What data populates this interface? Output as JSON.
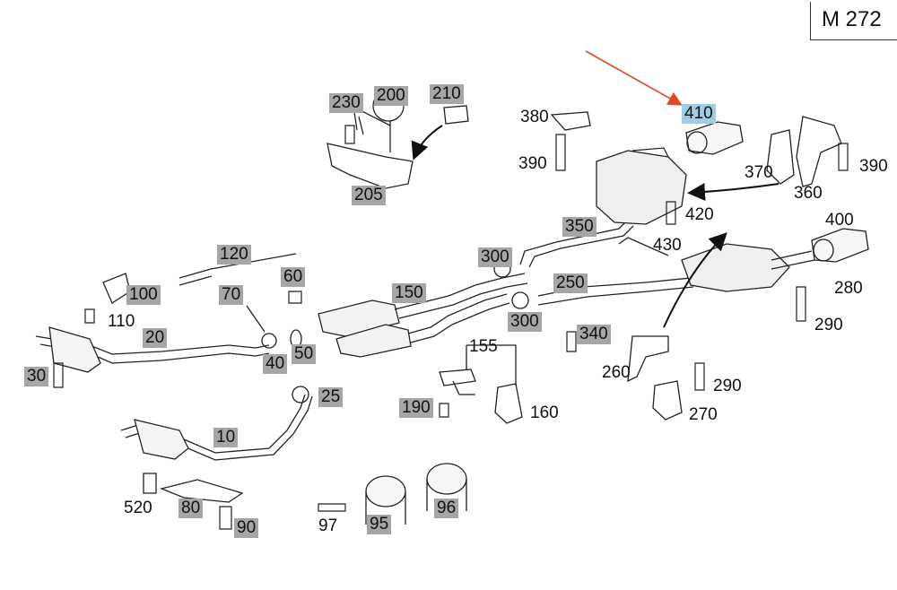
{
  "model": "M 272",
  "colors": {
    "highlight": "#a6a6a6",
    "selected": "#9ecde8",
    "arrow": "#e04a2a",
    "line": "#222222"
  },
  "selected_part": "410",
  "labels": {
    "p410": "410",
    "p380": "380",
    "p390a": "390",
    "p390b": "390",
    "p370": "370",
    "p360": "360",
    "p420": "420",
    "p430": "430",
    "p400": "400",
    "p280": "280",
    "p290a": "290",
    "p290b": "290",
    "p350": "350",
    "p300a": "300",
    "p300b": "300",
    "p250": "250",
    "p150": "150",
    "p120": "120",
    "p60": "60",
    "p70": "70",
    "p100": "100",
    "p110": "110",
    "p20": "20",
    "p30": "30",
    "p40": "40",
    "p50": "50",
    "p25": "25",
    "p155": "155",
    "p190": "190",
    "p160": "160",
    "p340": "340",
    "p260": "260",
    "p270": "270",
    "p10": "10",
    "p520": "520",
    "p80": "80",
    "p90": "90",
    "p97": "97",
    "p95": "95",
    "p96": "96",
    "p230": "230",
    "p200": "200",
    "p210": "210",
    "p205": "205"
  }
}
